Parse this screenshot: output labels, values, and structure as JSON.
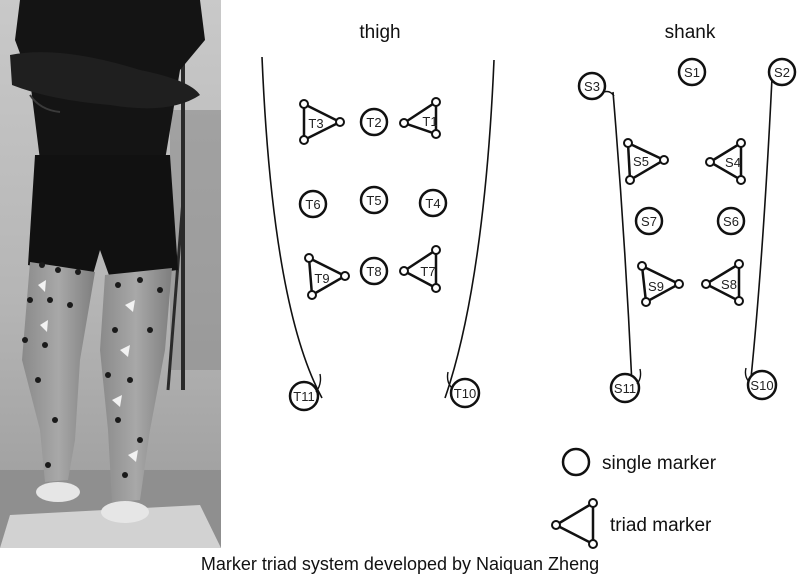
{
  "thigh": {
    "title": "thigh",
    "markers": [
      {
        "id": "T1",
        "type": "triad"
      },
      {
        "id": "T2",
        "type": "single"
      },
      {
        "id": "T3",
        "type": "triad"
      },
      {
        "id": "T4",
        "type": "single"
      },
      {
        "id": "T5",
        "type": "single"
      },
      {
        "id": "T6",
        "type": "single"
      },
      {
        "id": "T7",
        "type": "triad"
      },
      {
        "id": "T8",
        "type": "single"
      },
      {
        "id": "T9",
        "type": "triad"
      },
      {
        "id": "T10",
        "type": "single"
      },
      {
        "id": "T11",
        "type": "single"
      }
    ]
  },
  "shank": {
    "title": "shank",
    "markers": [
      {
        "id": "S1",
        "type": "single"
      },
      {
        "id": "S2",
        "type": "single"
      },
      {
        "id": "S3",
        "type": "single"
      },
      {
        "id": "S4",
        "type": "triad"
      },
      {
        "id": "S5",
        "type": "triad"
      },
      {
        "id": "S6",
        "type": "single"
      },
      {
        "id": "S7",
        "type": "single"
      },
      {
        "id": "S8",
        "type": "triad"
      },
      {
        "id": "S9",
        "type": "triad"
      },
      {
        "id": "S10",
        "type": "single"
      },
      {
        "id": "S11",
        "type": "single"
      }
    ]
  },
  "legend": {
    "single": "single marker",
    "triad": "triad marker"
  },
  "caption": "Marker triad system developed by Naiquan Zheng"
}
